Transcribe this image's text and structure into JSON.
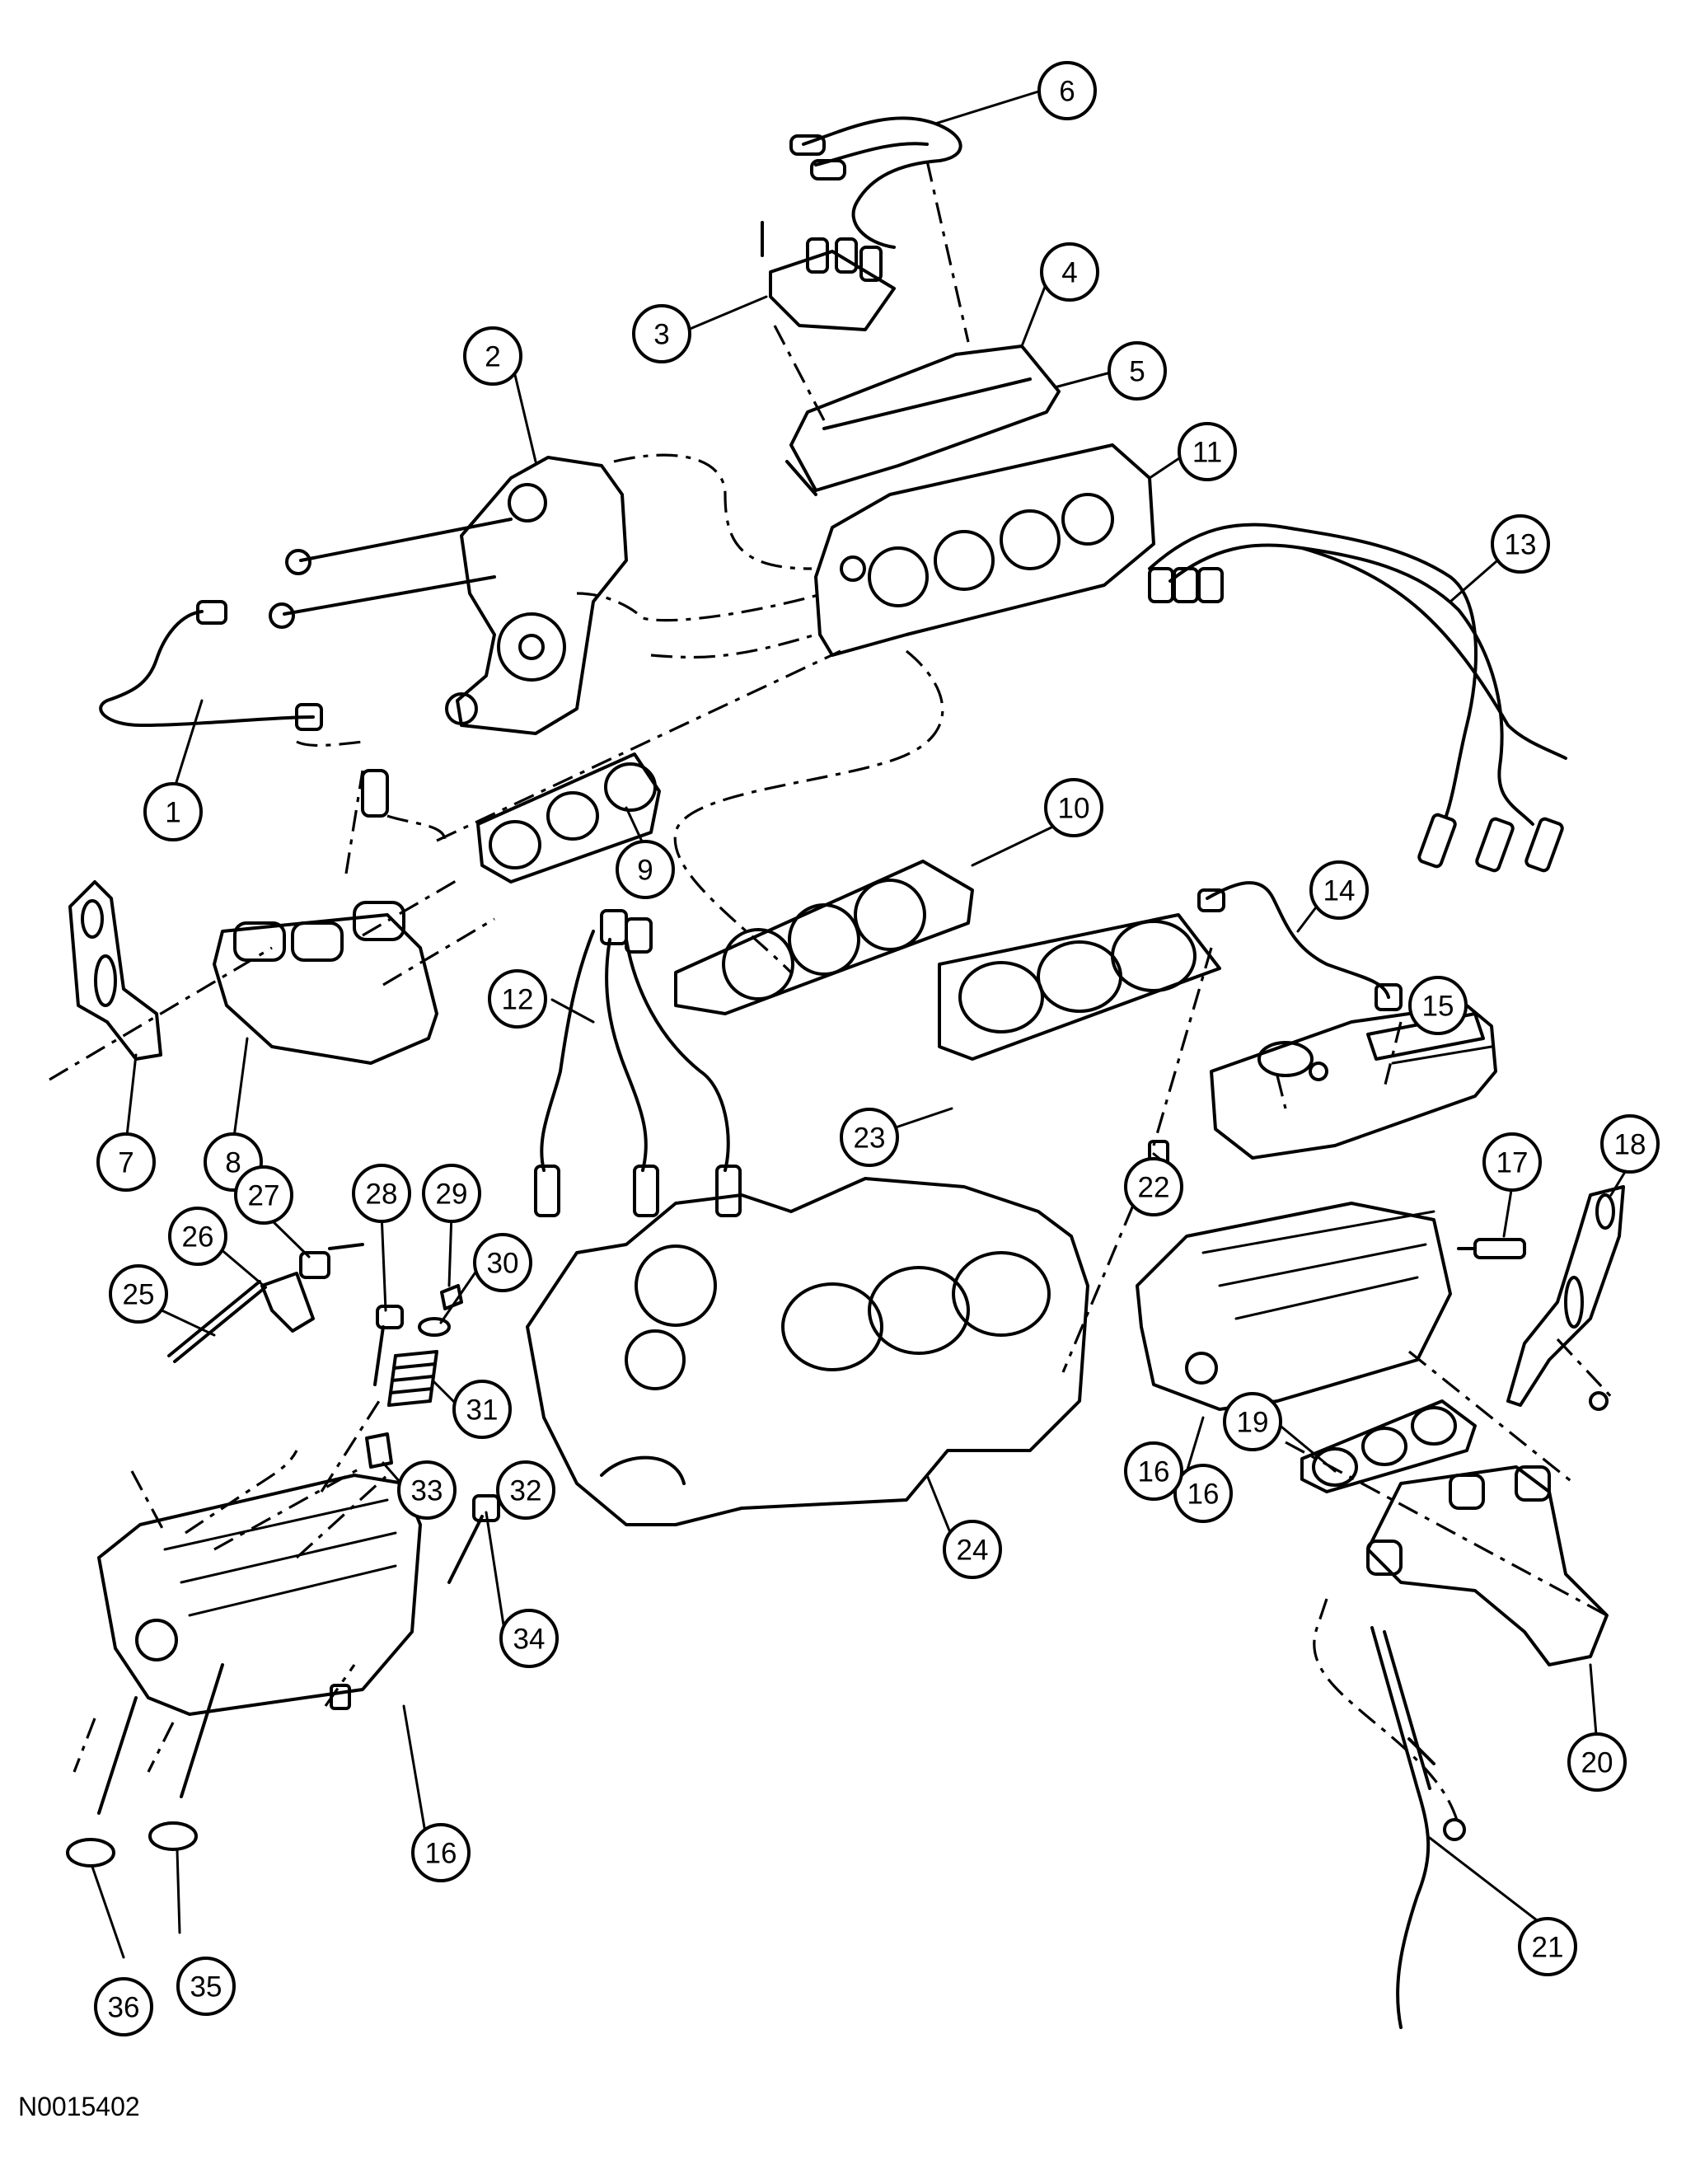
{
  "figure_id": "N0015402",
  "callouts": [
    "1",
    "2",
    "3",
    "4",
    "5",
    "6",
    "7",
    "8",
    "9",
    "10",
    "11",
    "12",
    "13",
    "14",
    "15",
    "16",
    "16",
    "16",
    "17",
    "18",
    "19",
    "20",
    "21",
    "22",
    "23",
    "24",
    "25",
    "26",
    "27",
    "28",
    "29",
    "30",
    "31",
    "32",
    "33",
    "34",
    "35",
    "36"
  ]
}
